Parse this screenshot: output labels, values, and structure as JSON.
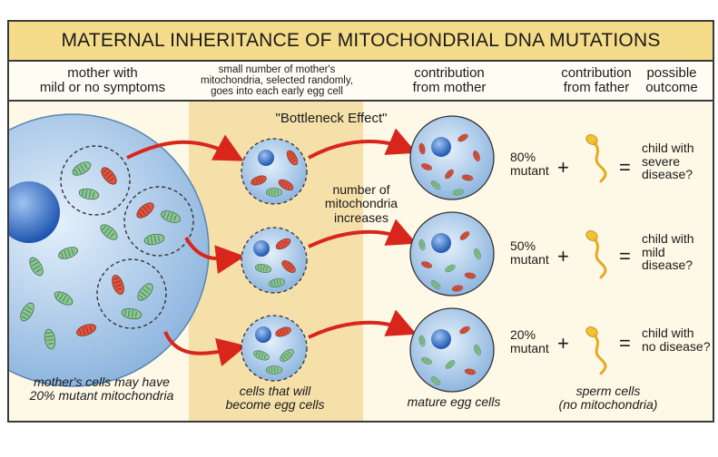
{
  "title": "MATERNAL INHERITANCE OF MITOCHONDRIAL DNA MUTATIONS",
  "headers": {
    "mother": [
      "mother with",
      "mild or no symptoms"
    ],
    "bottleneck": [
      "small number of mother's",
      "mitochondria, selected randomly,",
      "goes into each early egg cell"
    ],
    "contribution_mother": [
      "contribution",
      "from mother"
    ],
    "contribution_father": [
      "contribution",
      "from father"
    ],
    "possible_outcome": [
      "possible",
      "outcome"
    ]
  },
  "bottleneck_label": "\"Bottleneck Effect\"",
  "increase_label": [
    "number of",
    "mitochondria",
    "increases"
  ],
  "rows": [
    {
      "percent": "80%",
      "mutant": "mutant",
      "plus": "+",
      "equals": "=",
      "outcome": [
        "child with",
        "severe",
        "disease?"
      ]
    },
    {
      "percent": "50%",
      "mutant": "mutant",
      "plus": "+",
      "equals": "=",
      "outcome": [
        "child with",
        "mild",
        "disease?"
      ]
    },
    {
      "percent": "20%",
      "mutant": "mutant",
      "plus": "+",
      "equals": "=",
      "outcome": [
        "child with",
        "no disease?"
      ]
    }
  ],
  "captions": {
    "mother_cells": [
      "mother's cells may have",
      "20% mutant mitochondria"
    ],
    "early_cells": [
      "cells that will",
      "become egg cells"
    ],
    "mature": "mature egg cells",
    "sperm": [
      "sperm cells",
      "(no mitochondria)"
    ]
  },
  "colors": {
    "title_bar": "#f5dc8a",
    "bottleneck_band": "#f6e0aa",
    "mutant_mitochondria": "#e0563e",
    "normal_mitochondria": "#6fb07a",
    "arrow": "#d9261c",
    "nucleus": "#2f6fc6",
    "sperm": "#f2c230"
  }
}
